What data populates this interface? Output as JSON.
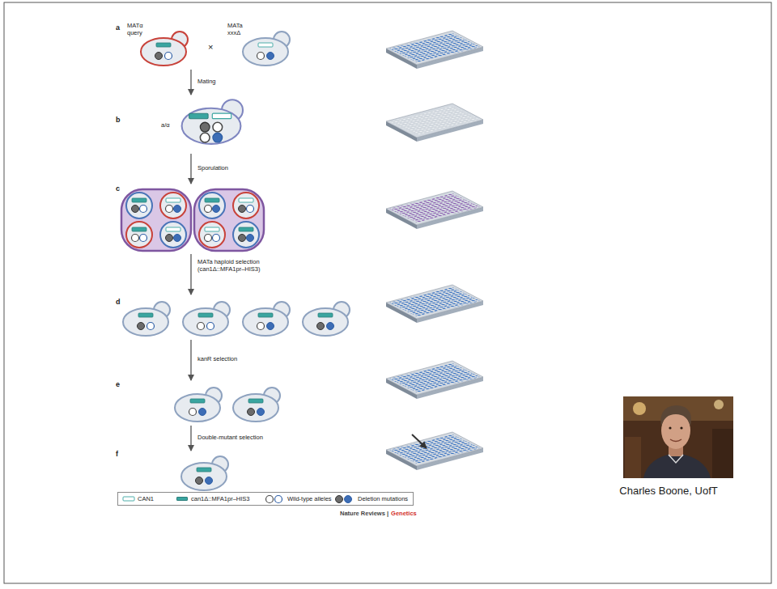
{
  "diagram": {
    "labels": [
      "a",
      "b",
      "c",
      "d",
      "e",
      "f",
      "MATα query",
      "×",
      "MATa xxxΔ",
      "a/α",
      "Mating",
      "Sporulation",
      "MATa haploid selection (can1Δ::MFA1pr–HIS3)",
      "kanR selection",
      "Double-mutant selection",
      "Nature Reviews |",
      "Genetics",
      "Charles Boone, UofT"
    ],
    "legend": [
      {
        "text": "CAN1"
      },
      {
        "text": "can1Δ::MFA1pr–HIS3",
        "color": "#3aa5a0"
      },
      {
        "text": "Wild-type alleles"
      },
      {
        "text": "Deletion mutations"
      }
    ]
  }
}
